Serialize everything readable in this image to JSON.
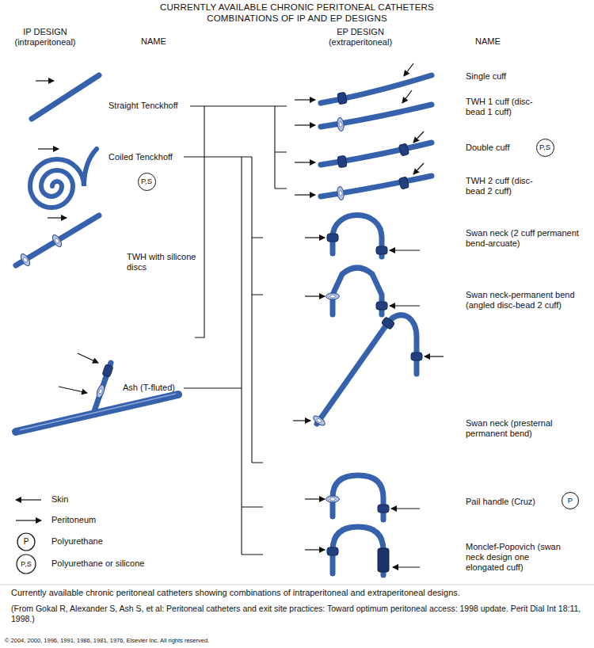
{
  "diagram": {
    "title": "CURRENTLY AVAILABLE CHRONIC PERITONEAL CATHETERS COMBINATIONS OF IP AND EP DESIGNS",
    "caption": "Currently available chronic peritoneal catheters showing combinations of intraperitoneal and extraperitoneal designs.",
    "nodes": [
      {
        "text": [
          "P,S"
        ]
      },
      {
        "text": [
          "P,S"
        ]
      },
      {
        "text": [
          "P"
        ]
      }
    ],
    "labels": [
      "IP DESIGN (intraperitoneal)",
      "NAME",
      "EP DESIGN (extraperitoneal)",
      "NAME",
      "Straight Tenckhoff",
      "Coiled Tenckhoff",
      "TWH with silicone discs",
      "Ash (T-fluted)",
      "Single cuff",
      "TWH 1 cuff (disc-bead 1 cuff)",
      "Double cuff",
      "TWH 2 cuff (disc-bead 2 cuff)",
      "Swan neck (2 cuff permanent bend-arcuate)",
      "Swan neck-permanent bend (angled disc-bead 2 cuff)",
      "Swan neck (presternal permanent bend)",
      "Pail handle (Cruz)",
      "Monclef-Popovich (swan neck design one elongated cuff)",
      "P",
      "P,S",
      "(From Gokal R, Alexander S, Ash S, et al: Peritoneal catheters and exit site practices: Toward optimum peritoneal access: 1998 update. Perit Dial Int 18:11, 1998.)",
      "© 2004, 2000, 1996, 1991, 1986, 1981, 1976, Elsevier Inc. All rights reserved."
    ],
    "legend": [
      {
        "text": "Skin"
      },
      {
        "text": "Peritoneum"
      },
      {
        "text": "Polyurethane"
      },
      {
        "text": "Polyurethane or silicone"
      }
    ]
  }
}
